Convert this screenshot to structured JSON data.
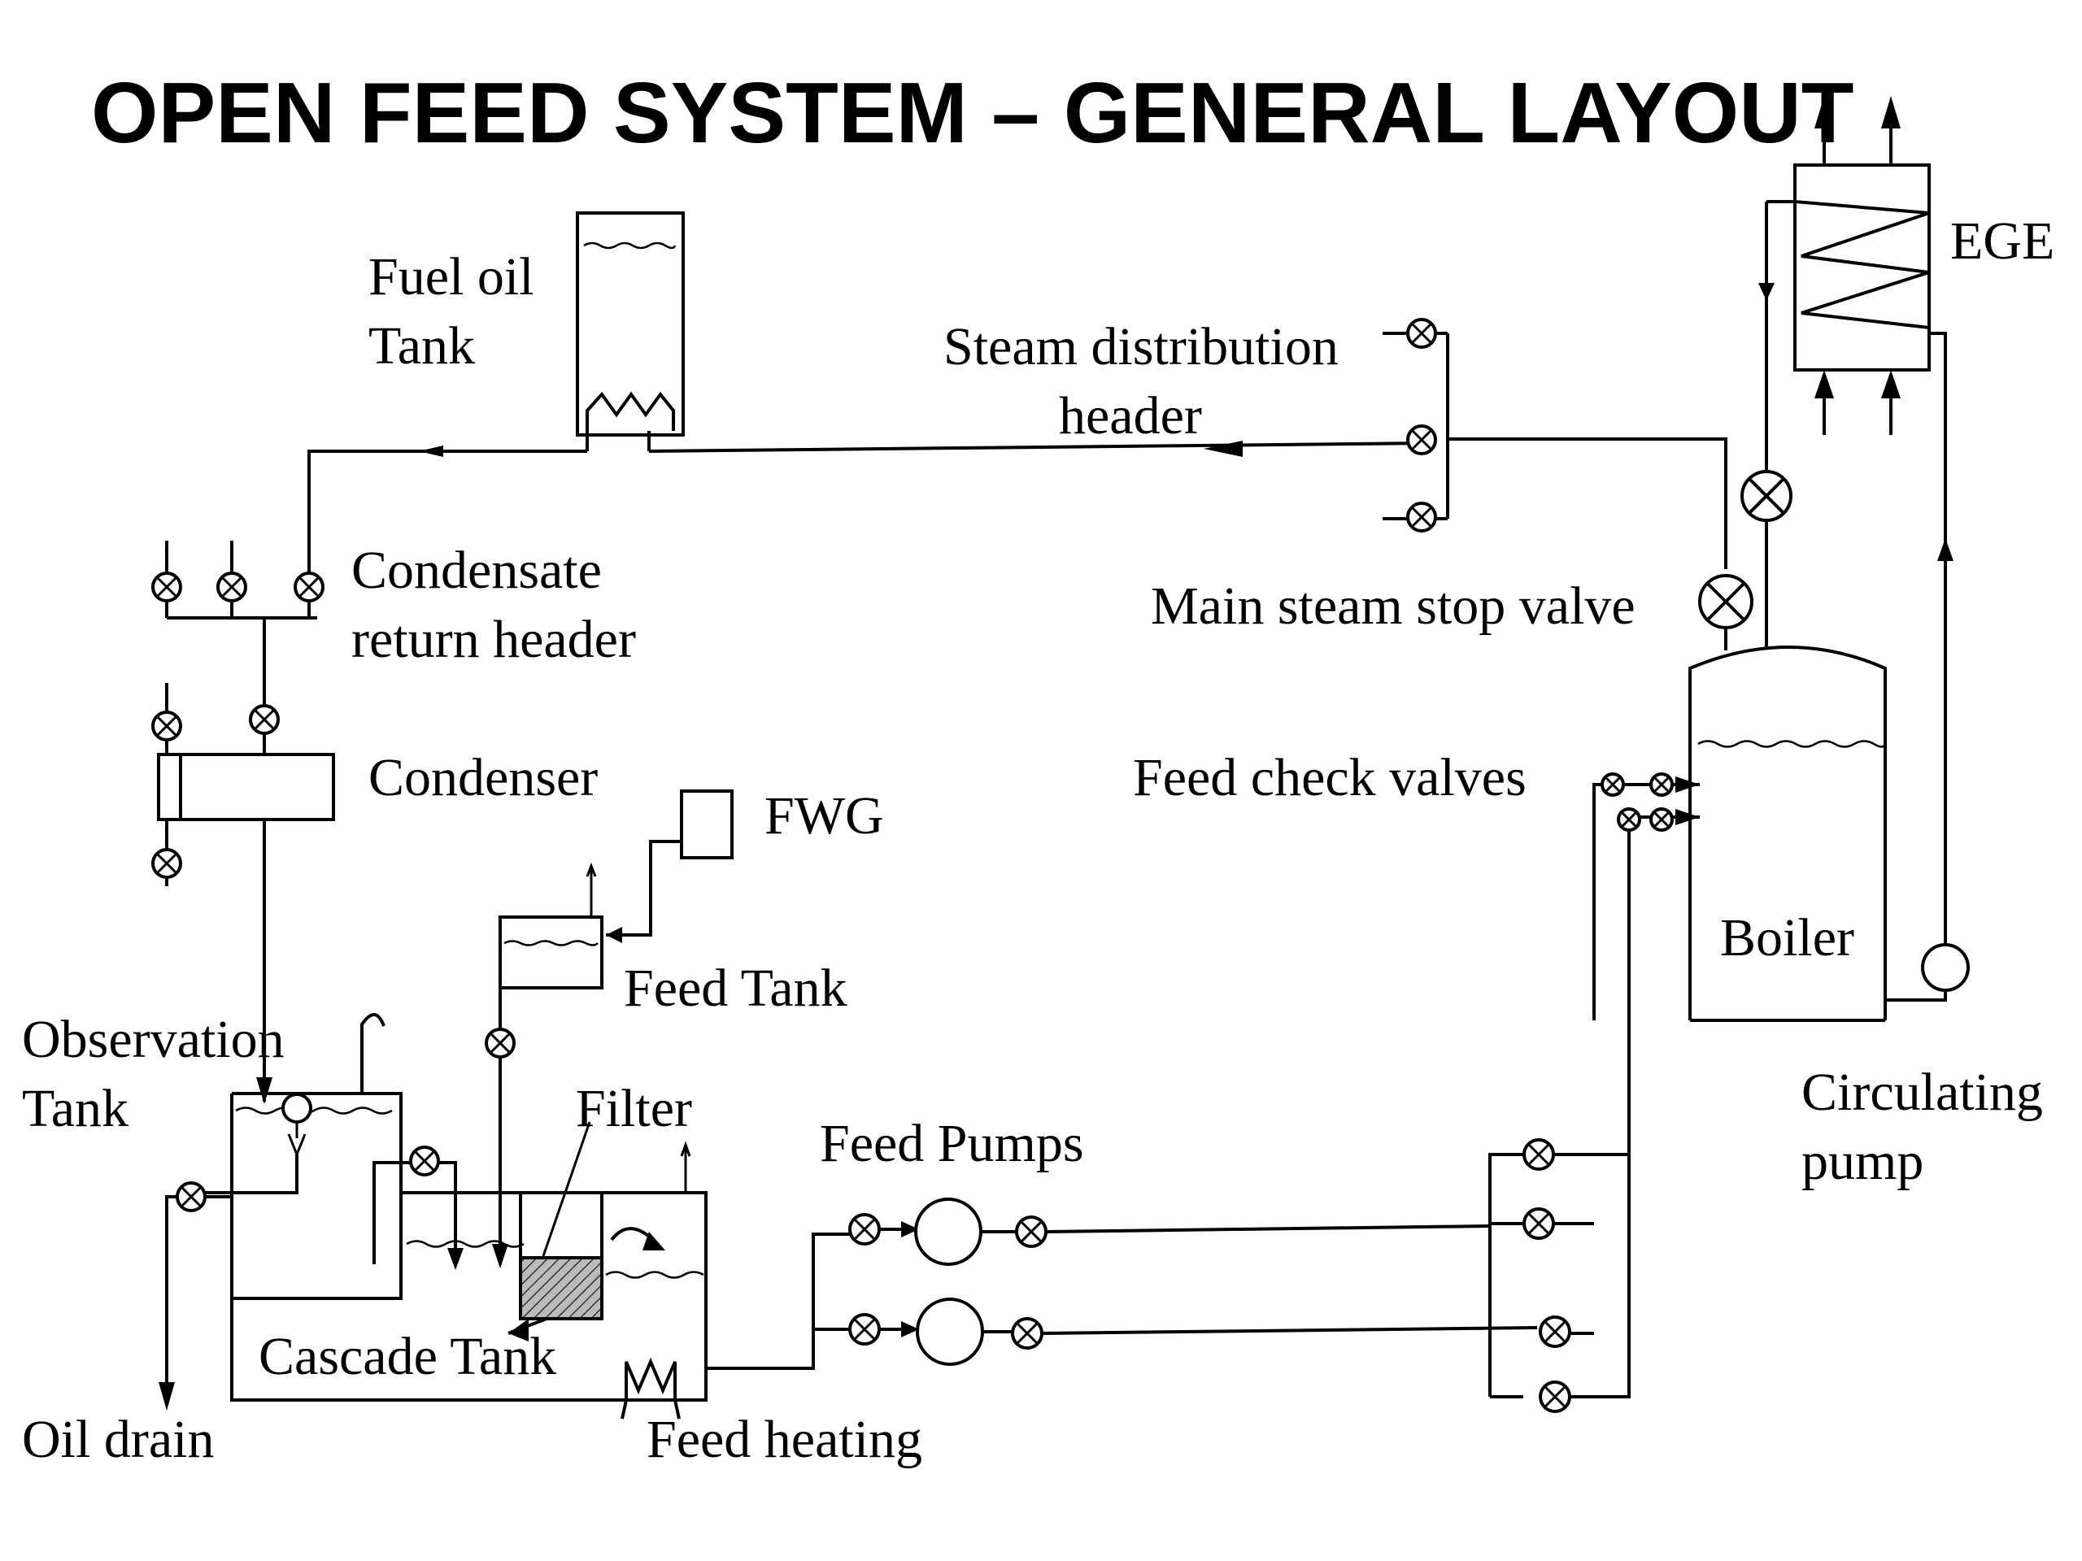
{
  "title": "OPEN FEED SYSTEM – GENERAL LAYOUT",
  "labels": {
    "fuel_oil_tank_1": "Fuel oil",
    "fuel_oil_tank_2": "Tank",
    "steam_header_1": "Steam distribution",
    "steam_header_2": "header",
    "ege": "EGE",
    "condensate_header_1": "Condensate",
    "condensate_header_2": "return header",
    "main_steam_stop_valve": "Main steam stop valve",
    "condenser": "Condenser",
    "fwg": "FWG",
    "feed_check_valves": "Feed check valves",
    "boiler": "Boiler",
    "feed_tank": "Feed Tank",
    "observation_tank_1": "Observation",
    "observation_tank_2": "Tank",
    "filter": "Filter",
    "feed_pumps": "Feed Pumps",
    "circulating_pump_1": "Circulating",
    "circulating_pump_2": "pump",
    "cascade_tank": "Cascade Tank",
    "oil_drain": "Oil drain",
    "feed_heating": "Feed heating"
  }
}
